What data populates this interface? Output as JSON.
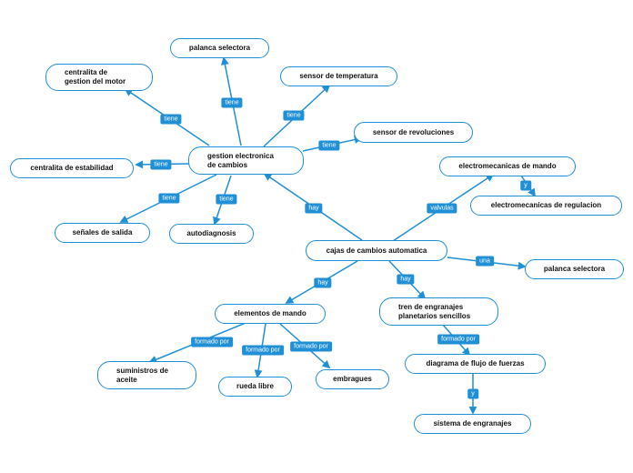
{
  "nodes": {
    "gestion": "gestion electronica\nde cambios",
    "palanca_top": "palanca selectora",
    "centralita_motor": "centralita de\ngestion del motor",
    "sensor_temp": "sensor de temperatura",
    "sensor_rev": "sensor de revoluciones",
    "centralita_estab": "centralita de estabilidad",
    "senales": "señales de salida",
    "autodiag": "autodiagnosis",
    "cajas": "cajas de cambios automatica",
    "electromec_mando": "electromecanicas de mando",
    "electromec_reg": "electromecanicas de regulacion",
    "palanca_right": "palanca selectora",
    "elementos": "elementos de mando",
    "tren": "tren de engranajes\nplanetarios sencillos",
    "suministros": "suministros de\naceite",
    "rueda": "rueda libre",
    "embragues": "embragues",
    "diagrama": "diagrama de flujo de fuerzas",
    "sistema": "sistema de engranajes"
  },
  "links": {
    "tiene": "tiene",
    "hay": "hay",
    "valvulas": "valvulas",
    "y": "y",
    "una": "una",
    "formado_por": "formado por"
  }
}
